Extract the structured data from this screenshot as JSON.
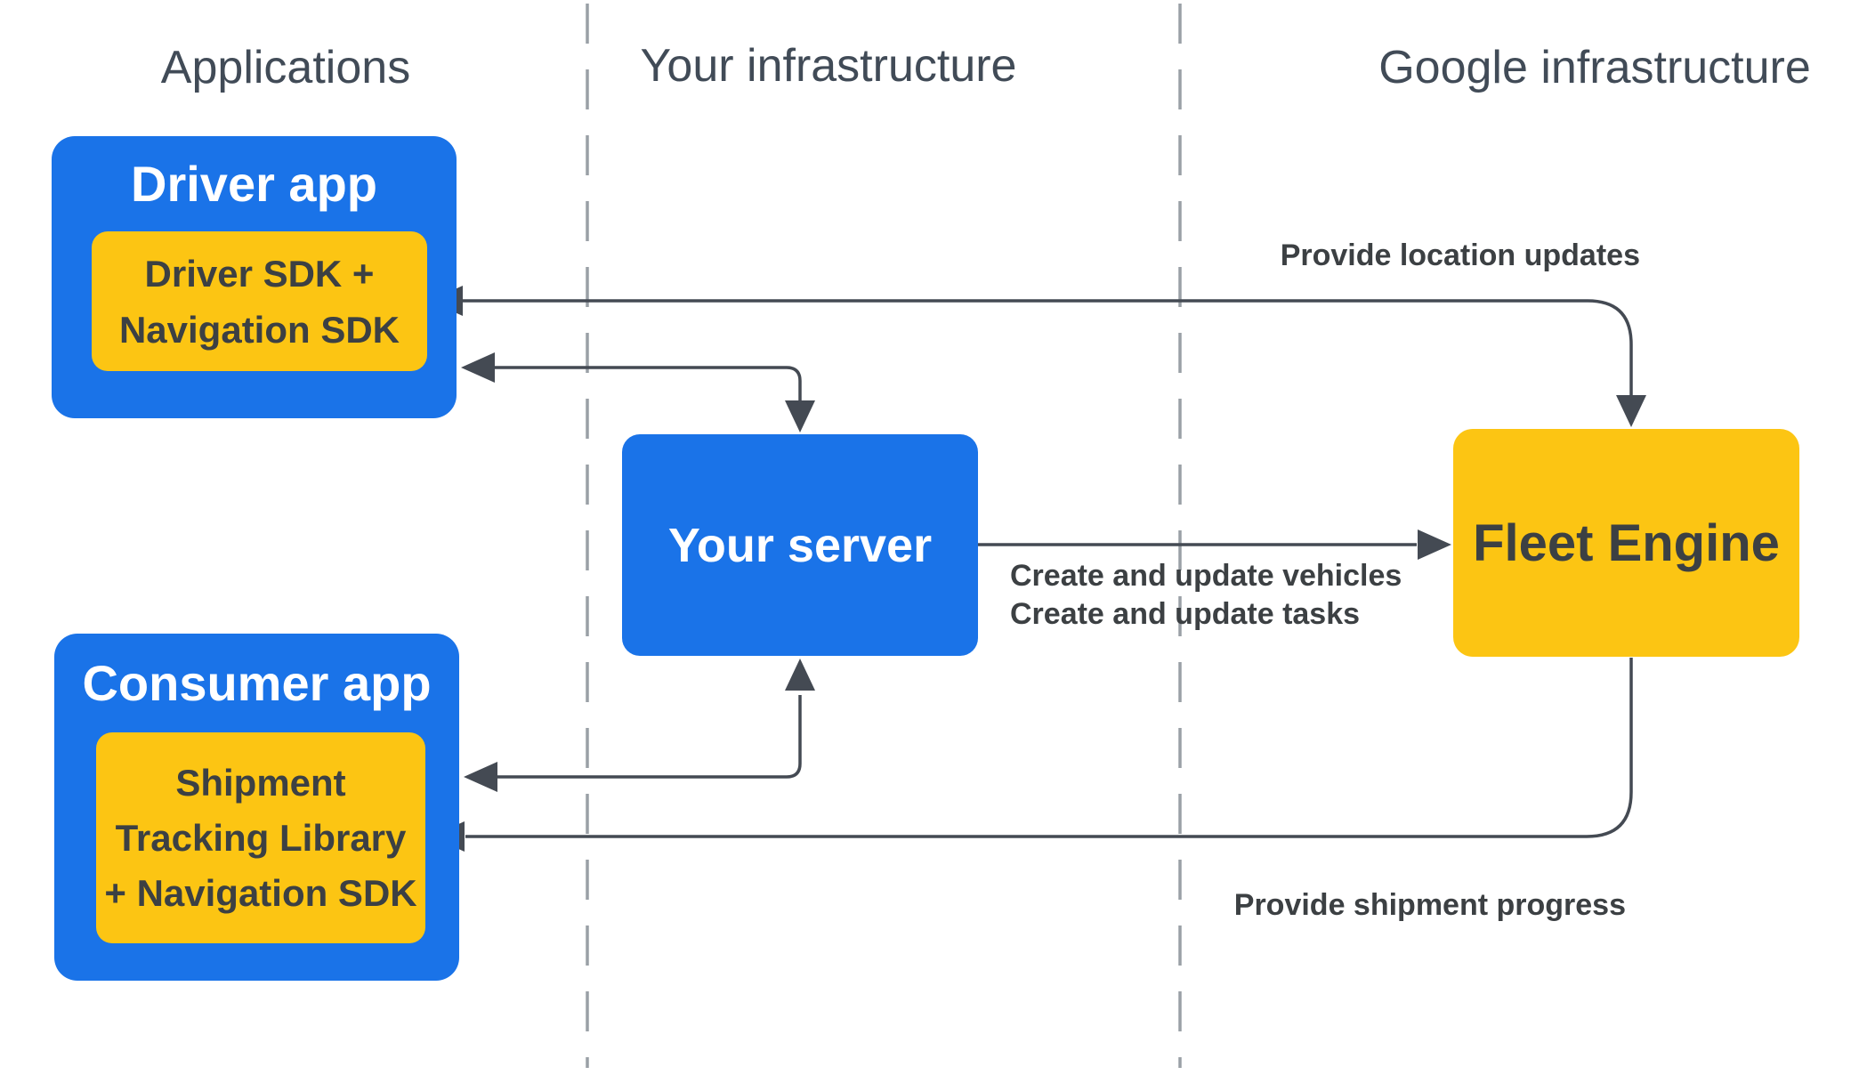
{
  "columns": [
    {
      "label": "Applications"
    },
    {
      "label": "Your infrastructure"
    },
    {
      "label": "Google infrastructure"
    }
  ],
  "nodes": {
    "driver_app": {
      "title": "Driver app",
      "sdk": {
        "line1": "Driver SDK +",
        "line2": "Navigation SDK"
      }
    },
    "consumer_app": {
      "title": "Consumer app",
      "sdk": {
        "line1": "Shipment",
        "line2": "Tracking Library",
        "line3": "+ Navigation SDK"
      }
    },
    "your_server": {
      "title": "Your server"
    },
    "fleet_engine": {
      "title": "Fleet Engine"
    }
  },
  "edges": {
    "location_updates": {
      "label": "Provide location updates"
    },
    "create_update": {
      "label_line1": "Create and update vehicles",
      "label_line2": "Create and update tasks"
    },
    "shipment_progress": {
      "label": "Provide shipment progress"
    }
  },
  "colors": {
    "blue": "#1a73e8",
    "yellow": "#fcc513",
    "ink": "#3c4043",
    "line": "#444a53",
    "dashed_divider": "#9aa0a6",
    "header_text": "#414b57",
    "white": "#ffffff"
  }
}
